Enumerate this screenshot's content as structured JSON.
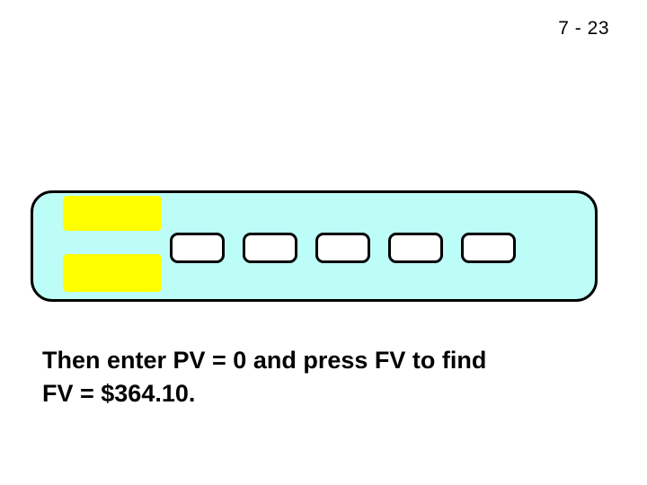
{
  "slide": {
    "number_label": "7 - 23",
    "background_color": "#FFFFFF"
  },
  "calculator_panel": {
    "panel_color": "#BDFDF7",
    "border_color": "#000000",
    "highlight_color": "#FFFF00",
    "key_fill_color": "#FFFFFF",
    "highlight_blocks": [
      {
        "name": "display-row-top",
        "label": ""
      },
      {
        "name": "display-row-bottom",
        "label": ""
      }
    ],
    "keys": [
      {
        "name": "key-n",
        "label": ""
      },
      {
        "name": "key-i",
        "label": ""
      },
      {
        "name": "key-pv",
        "label": ""
      },
      {
        "name": "key-pmt",
        "label": ""
      },
      {
        "name": "key-fv",
        "label": ""
      }
    ]
  },
  "caption": {
    "line1": "Then enter PV = 0 and press FV to find",
    "line2": "FV = $364.10."
  }
}
